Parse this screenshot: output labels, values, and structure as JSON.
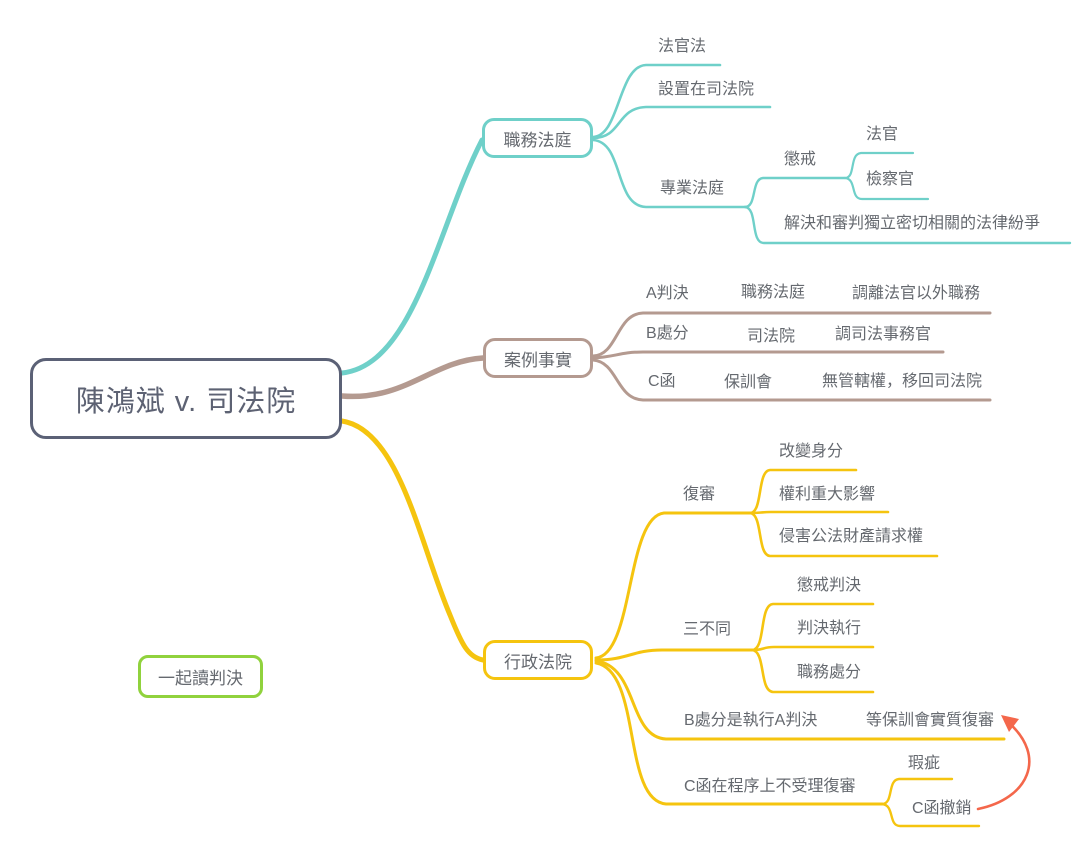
{
  "mindmap": {
    "root": {
      "label": "陳鴻斌 v. 司法院",
      "border_color": "#5b6176"
    },
    "floating": {
      "label": "一起讀判決",
      "border_color": "#90d23d"
    },
    "branches": [
      {
        "label": "職務法庭",
        "color": "#6fd0c9",
        "children": [
          {
            "label": "法官法"
          },
          {
            "label": "設置在司法院"
          },
          {
            "label": "專業法庭",
            "children": [
              {
                "label": "懲戒",
                "children": [
                  {
                    "label": "法官"
                  },
                  {
                    "label": "檢察官"
                  }
                ]
              },
              {
                "label": "解決和審判獨立密切相關的法律紛爭"
              }
            ]
          }
        ]
      },
      {
        "label": "案例事實",
        "color": "#b49a90",
        "children": [
          {
            "label": "A判決",
            "children": [
              {
                "label": "職務法庭",
                "children": [
                  {
                    "label": "調離法官以外職務"
                  }
                ]
              }
            ]
          },
          {
            "label": "B處分",
            "children": [
              {
                "label": "司法院",
                "children": [
                  {
                    "label": "調司法事務官"
                  }
                ]
              }
            ]
          },
          {
            "label": "C函",
            "children": [
              {
                "label": "保訓會",
                "children": [
                  {
                    "label": "無管轄權，移回司法院"
                  }
                ]
              }
            ]
          }
        ]
      },
      {
        "label": "行政法院",
        "color": "#f5c40f",
        "children": [
          {
            "label": "復審",
            "children": [
              {
                "label": "改變身分"
              },
              {
                "label": "權利重大影響"
              },
              {
                "label": "侵害公法財產請求權"
              }
            ]
          },
          {
            "label": "三不同",
            "children": [
              {
                "label": "懲戒判決"
              },
              {
                "label": "判決執行"
              },
              {
                "label": "職務處分"
              }
            ]
          },
          {
            "label": "B處分是執行A判決",
            "children": [
              {
                "label": "等保訓會實質復審"
              }
            ]
          },
          {
            "label": "C函在程序上不受理復審",
            "children": [
              {
                "label": "瑕疵"
              },
              {
                "label": "C函撤銷"
              }
            ]
          }
        ]
      }
    ],
    "relationship": {
      "from": "C函撤銷",
      "to": "等保訓會實質復審",
      "color": "#f4674b"
    }
  },
  "colors": {
    "teal": "#6fd0c9",
    "taupe": "#b49a90",
    "yellow": "#f5c40f",
    "lime": "#90d23d",
    "red_arrow": "#f4674b",
    "root_border": "#5b6176",
    "text": "#65696f"
  }
}
